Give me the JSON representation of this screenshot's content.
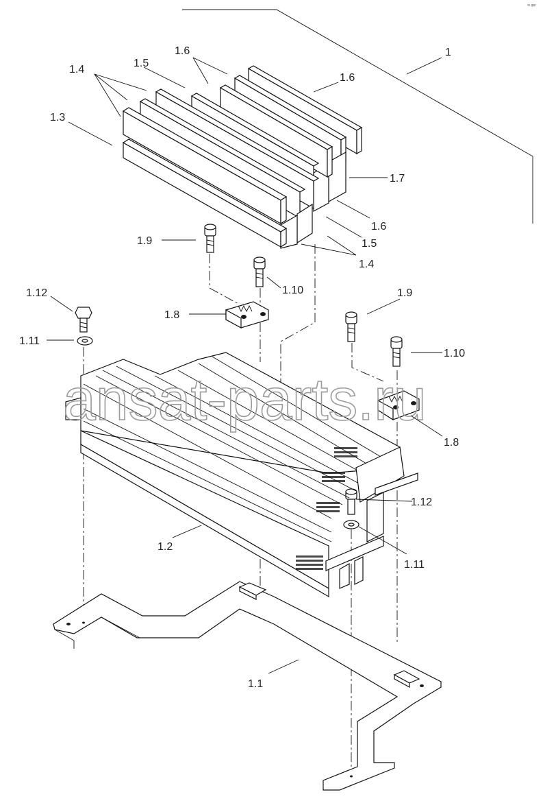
{
  "corner_code": "ᵛᵃ ᵍᵖᵖ",
  "watermark": "ansat-parts.ru",
  "callouts": {
    "c1": "1",
    "c1_1": "1.1",
    "c1_2": "1.2",
    "c1_3": "1.3",
    "c1_4_top": "1.4",
    "c1_4_bottom": "1.4",
    "c1_5_top": "1.5",
    "c1_5_bottom": "1.5",
    "c1_6_top": "1.6",
    "c1_6_right": "1.6",
    "c1_6_bottom": "1.6",
    "c1_7": "1.7",
    "c1_8_left": "1.8",
    "c1_8_right": "1.8",
    "c1_9_left": "1.9",
    "c1_9_right": "1.9",
    "c1_10_left": "1.10",
    "c1_10_right": "1.10",
    "c1_11_left": "1.11",
    "c1_11_right": "1.11",
    "c1_12_left": "1.12",
    "c1_12_right": "1.12"
  },
  "colors": {
    "line": "#111111",
    "watermark": "#9a9a9a",
    "background": "#ffffff"
  }
}
